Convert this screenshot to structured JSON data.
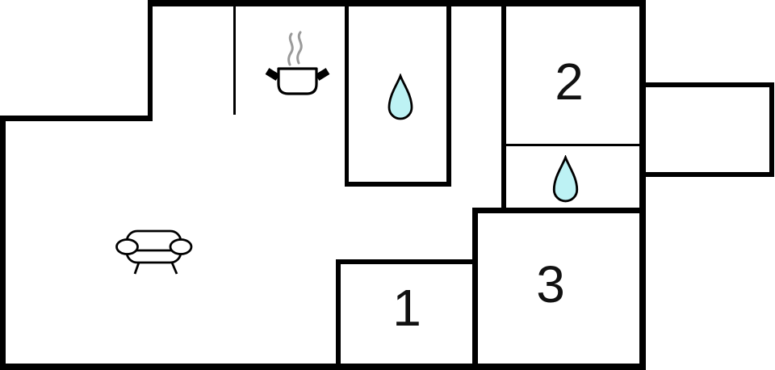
{
  "colors": {
    "wall": "#000000",
    "background": "#ffffff",
    "water_fill": "#bdf2f4",
    "outline": "#000000",
    "steam": "#9a9a9a",
    "label": "#111111"
  },
  "rooms": [
    {
      "label": "1"
    },
    {
      "label": "2"
    },
    {
      "label": "3"
    }
  ],
  "icons": [
    {
      "name": "sofa-icon"
    },
    {
      "name": "cooking-pot-icon"
    },
    {
      "name": "water-drop-icon"
    },
    {
      "name": "water-drop-icon"
    }
  ]
}
